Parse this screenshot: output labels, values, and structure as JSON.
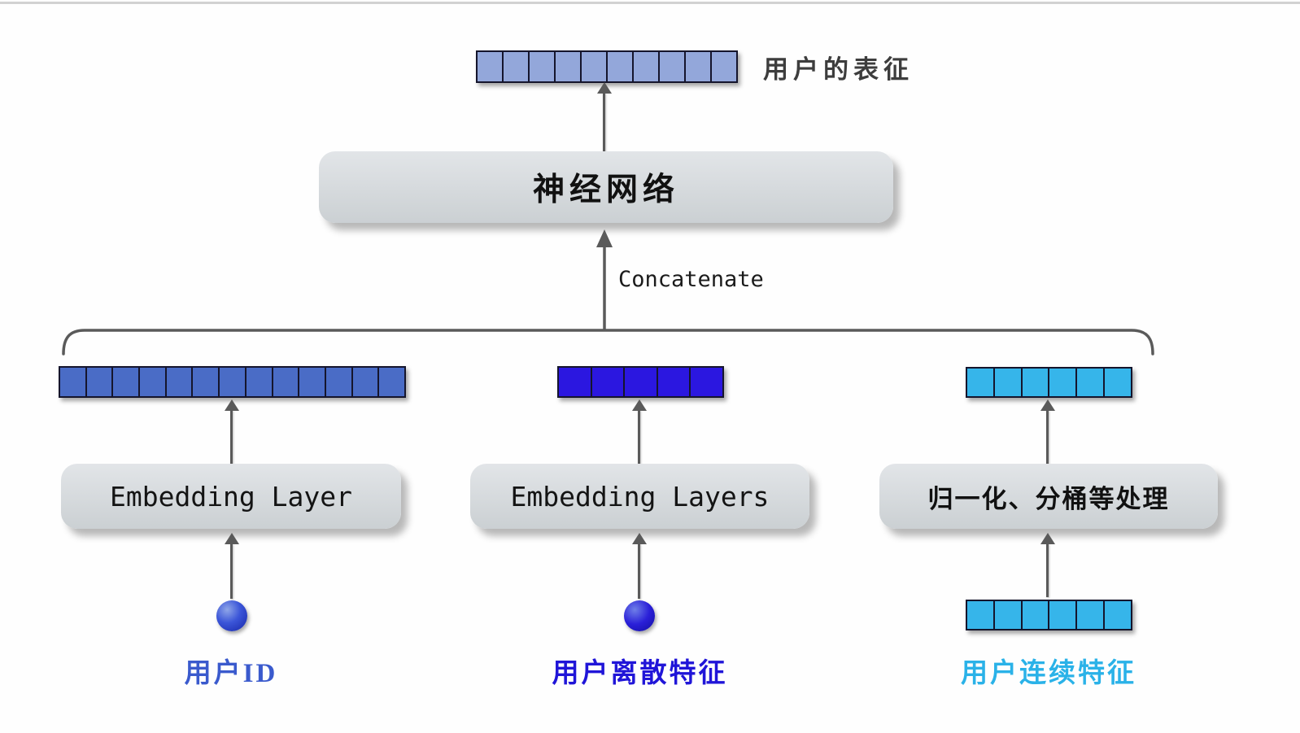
{
  "colors": {
    "arrow": "#5a5a5a",
    "output_vector": "#93a7da",
    "id_vector": "#4a6cc6",
    "discrete_vector": "#2b17e0",
    "continuous_vector": "#36b5ea",
    "output_label": "#3d3d3d",
    "id_label": "#3a5acd",
    "discrete_label": "#2015d8",
    "continuous_label": "#2ab2e8"
  },
  "output": {
    "label": "用户的表征",
    "cells": 10
  },
  "network": {
    "label": "神经网络"
  },
  "concatenate": {
    "label": "Concatenate"
  },
  "branches": [
    {
      "box_label": "Embedding Layer",
      "label": "用户ID",
      "cells": 13,
      "input_type": "sphere"
    },
    {
      "box_label": "Embedding Layers",
      "label": "用户离散特征",
      "cells": 5,
      "input_type": "sphere"
    },
    {
      "box_label": "归一化、分桶等处理",
      "label": "用户连续特征",
      "cells": 6,
      "input_type": "vector",
      "input_cells": 6
    }
  ]
}
